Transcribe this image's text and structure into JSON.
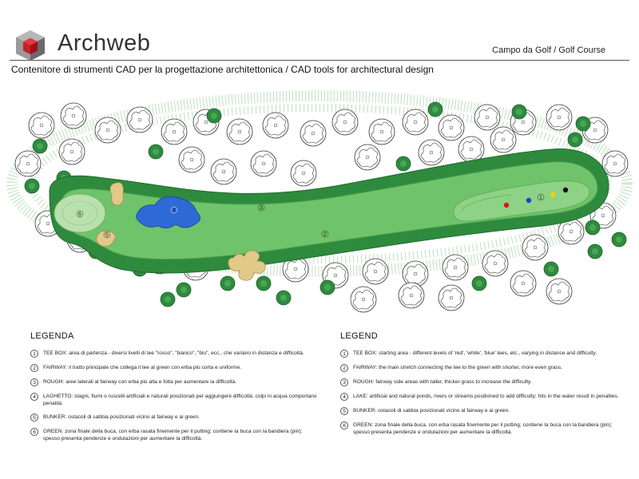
{
  "header": {
    "brand": "Archweb",
    "page_title": "Campo da Golf  /  Golf Course",
    "tagline": "Contenitore di strumenti CAD per la progettazione architettonica  /  CAD tools for architectural design"
  },
  "plan_labels": {
    "tee": "1",
    "fairway": "2",
    "rough": "3",
    "lake": "4",
    "bunker": "5",
    "green": "6"
  },
  "colors": {
    "rough": "#2e8b3e",
    "fairway": "#6fc36a",
    "green": "#b9e0ad",
    "lake": "#2e6ad6",
    "bunker": "#e2c98a",
    "tee_red": "#d21a1a",
    "tee_blue": "#1f3fd0",
    "tee_yellow": "#f2d000",
    "tee_black": "#111111"
  },
  "legend_it": {
    "title": "LEGENDA",
    "items": [
      {
        "num": "1",
        "term": "TEE BOX:",
        "desc": "area di partenza - diversi livelli di tee \"rosso\", \"bianco\", \"blu\", ecc., che variano in distanza e difficoltà."
      },
      {
        "num": "2",
        "term": "FAIRWAY:",
        "desc": "il tratto principale che collega il tee al green con erba più corta e uniforme."
      },
      {
        "num": "3",
        "term": "ROUGH:",
        "desc": "aree laterali al fairway con erba più alta e folta per aumentare la difficoltà."
      },
      {
        "num": "4",
        "term": "LAGHETTO:",
        "desc": "stagni, fiumi o ruscelli artificiali e naturali posizionati per aggiungere difficoltà; colpi in acqua comportano penalità."
      },
      {
        "num": "5",
        "term": "BUNKER:",
        "desc": "ostacoli di sabbia posizionati vicino al fairway e ai green."
      },
      {
        "num": "6",
        "term": "GREEN:",
        "desc": "zona finale della buca, con erba rasata finemente per il putting; contiene la buca con la bandiera (pin); spesso presenta pendenze e ondulazioni per aumentare la difficoltà."
      }
    ]
  },
  "legend_en": {
    "title": "LEGEND",
    "items": [
      {
        "num": "1",
        "term": "TEE BOX:",
        "desc": "starting area - different levels of 'red', 'white', 'blue' tees, etc., varying in distance and difficulty."
      },
      {
        "num": "2",
        "term": "FAIRWAY:",
        "desc": "the main stretch connecting the tee to the green with shorter, more even grass."
      },
      {
        "num": "3",
        "term": "ROUGH:",
        "desc": "fairway side areas with taller, thicker grass to increase the difficulty."
      },
      {
        "num": "4",
        "term": "LAKE:",
        "desc": "artificial and natural ponds, rivers or streams positioned to add difficulty; hits in the water result in penalties."
      },
      {
        "num": "5",
        "term": "BUNKER:",
        "desc": "ostacoli di sabbia posizionati vicino al fairway e ai green."
      },
      {
        "num": "6",
        "term": "GREEN:",
        "desc": "zona finale della buca, con erba rasata finemente per il putting; contiene la buca con la bandiera (pin); spesso presenta pendenze e ondulazioni per aumentare la difficoltà."
      }
    ]
  }
}
